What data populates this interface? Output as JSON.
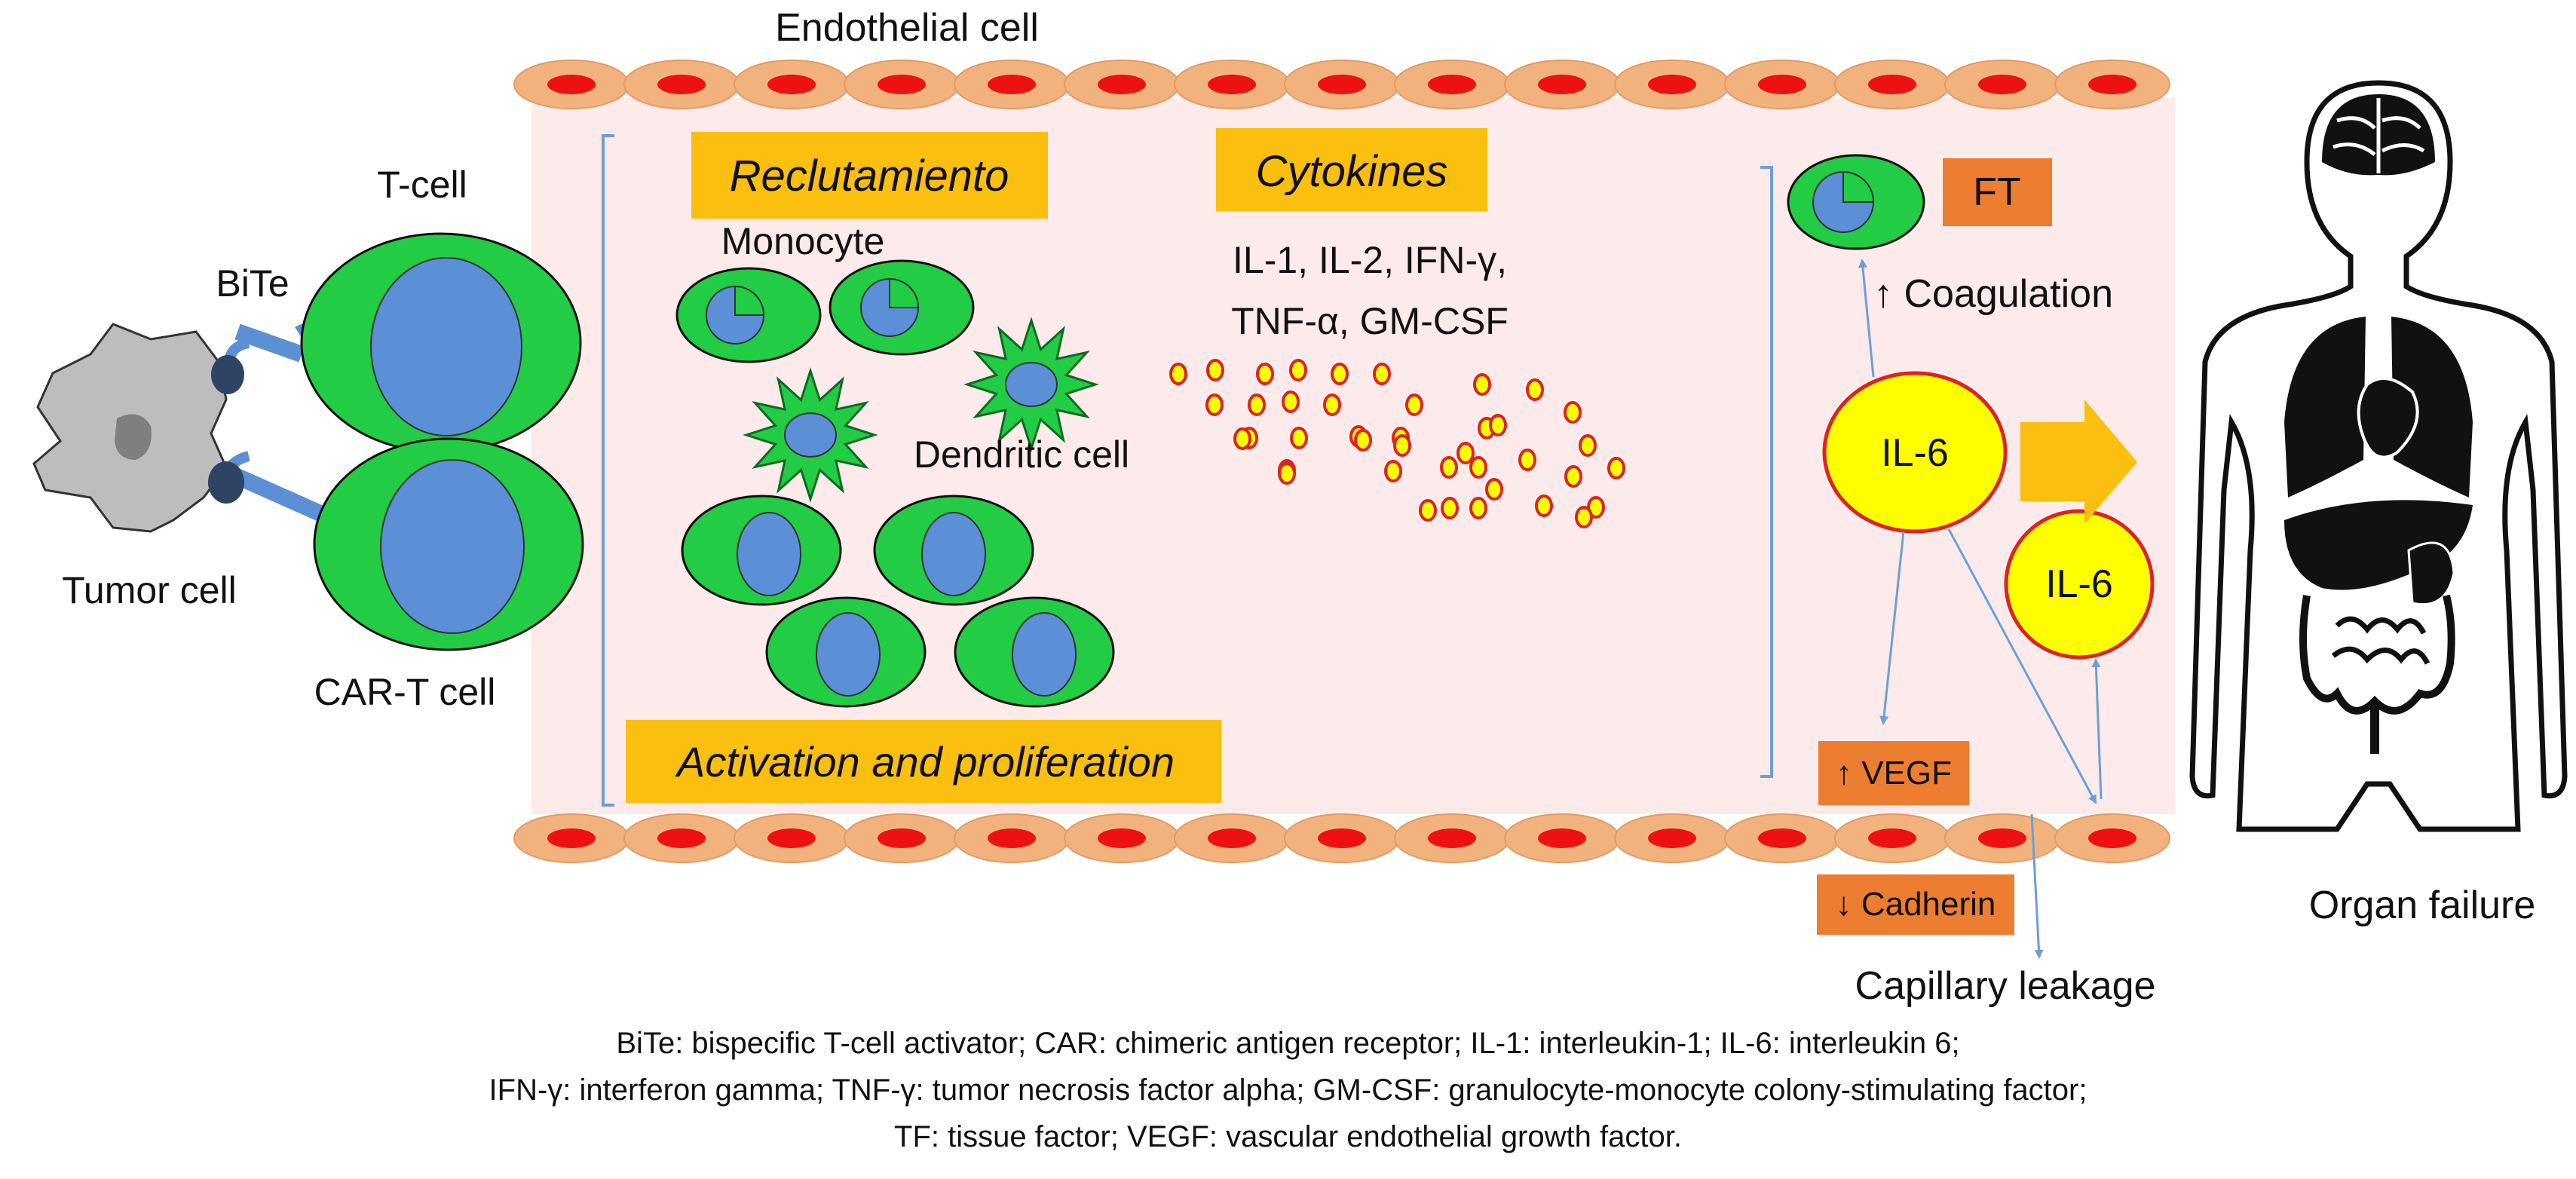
{
  "labels": {
    "endothelial_cell": "Endothelial cell",
    "t_cell": "T-cell",
    "bite": "BiTe",
    "tumor_cell": "Tumor cell",
    "car_t_cell": "CAR-T cell",
    "reclutamiento": "Reclutamiento",
    "monocyte": "Monocyte",
    "dendritic_cell": "Dendritic cell",
    "activation": "Activation and proliferation",
    "cytokines": "Cytokines",
    "cytokine_list_1": "IL-1, IL-2, IFN-γ,",
    "cytokine_list_2": "TNF-α, GM-CSF",
    "ft": "FT",
    "coagulation": "↑ Coagulation",
    "il6_large": "IL-6",
    "il6_small": "IL-6",
    "vegf": "↑ VEGF",
    "cadherin": "↓ Cadherin",
    "capillary_leakage": "Capillary leakage",
    "organ_failure": "Organ failure"
  },
  "caption": {
    "line1": "BiTe: bispecific T-cell activator; CAR: chimeric antigen receptor; IL-1: interleukin-1; IL-6: interleukin 6;",
    "line2": "IFN-γ: interferon gamma; TNF-γ: tumor necrosis factor alpha; GM-CSF: granulocyte-monocyte colony-stimulating factor;",
    "line3": "TF: tissue factor; VEGF: vascular endothelial growth factor."
  },
  "colors": {
    "vessel_bg": "#fcebea",
    "endothelial": "#f2b27e",
    "nucleus": "#ee1111",
    "cell_green": "#22cc44",
    "cell_blue": "#5b8fd6",
    "label_yellow": "#fbbf10",
    "label_orange": "#ed7d31",
    "il6_fill": "#ffff00",
    "il6_stroke": "#dd2222",
    "arrow_blue": "#6d9fd6"
  },
  "icons": {
    "body": "human-body-organs-icon",
    "arrow": "orange-right-arrow-icon"
  }
}
